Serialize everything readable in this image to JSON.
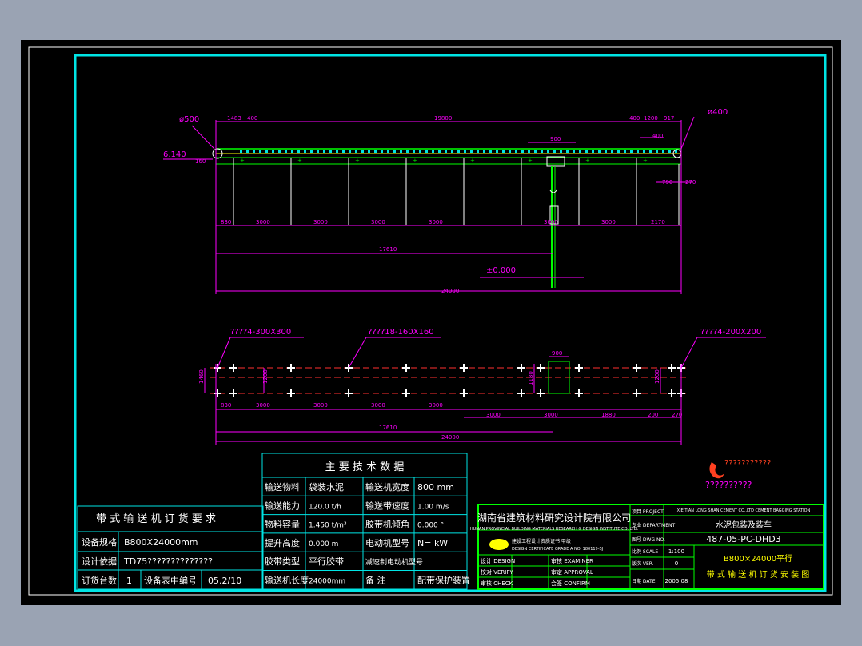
{
  "colors": {
    "frame": "#00e5e5",
    "magenta": "#ff00ff",
    "yellow": "#ffff00",
    "green": "#00ff00",
    "red": "#ff3030",
    "white": "#ffffff",
    "bg": "#000000"
  },
  "elevation": {
    "dia_left": "ø500",
    "dia_right": "ø400",
    "level_top": "6.140",
    "level_ground": "±0.000",
    "top_dims": [
      "1483",
      "400",
      "19800",
      "400",
      "1200",
      "917"
    ],
    "small_dims": [
      "900",
      "400",
      "160",
      "790",
      "270"
    ],
    "bottom_dims": [
      "830",
      "3000",
      "3000",
      "3000",
      "3000",
      "3000",
      "3000",
      "2170"
    ],
    "overall_1": "17610",
    "overall_2": "24000"
  },
  "plan": {
    "tag_left": "????4-300X300",
    "tag_mid": "????18-160X160",
    "tag_right": "????4-200X200",
    "side_dims": [
      "1460",
      "1200",
      "1180",
      "1200"
    ],
    "top_dim": "900",
    "bottom_dims": [
      "830",
      "3000",
      "3000",
      "3000",
      "3000",
      "3000",
      "3000",
      "1880",
      "200",
      "270"
    ],
    "overall_1": "17610",
    "overall_2": "24000"
  },
  "tech": {
    "title": "主 要 技 术 数 据",
    "rows": [
      [
        "输送物料",
        "袋装水泥",
        "输送机宽度",
        "800 mm"
      ],
      [
        "输送能力",
        "120.0 t/h",
        "输送带速度",
        "1.00 m/s"
      ],
      [
        "物料容量",
        "1.450 t/m³",
        "胶带机倾角",
        "0.000 °"
      ],
      [
        "提升高度",
        "0.000 m",
        "电动机型号",
        "N= kW"
      ],
      [
        "胶带类型",
        "平行胶带",
        "减速制电动机型号",
        ""
      ],
      [
        "输送机长度",
        "24000mm",
        "备   注",
        "配带保护装置"
      ]
    ]
  },
  "order": {
    "title": "带 式 输 送 机 订 货 要 求",
    "rows": [
      [
        "设备规格",
        "B800X24000mm"
      ],
      [
        "设计依据",
        "TD75??????????????"
      ]
    ],
    "last": [
      "订货台数",
      "1",
      "设备表中编号",
      "05.2/10"
    ]
  },
  "title_block": {
    "company": "湖南省建筑材料研究设计院有限公司",
    "company_en": "HUNAN PROVINCIAL BUILDING MATERIALS RESEARCH & DESIGN INSTITUTE CO.,LTD.",
    "cert_1": "建设工程设计资质证书 甲级",
    "cert_2": "DESIGN CERTIFICATE GRADE A NO. 180119-SJ",
    "left_labels": [
      "设计 DESIGN",
      "校对 VERIFY",
      "审核 CHECK"
    ],
    "mid_labels": [
      "审核 EXAMINER",
      "审定 APPROVAL",
      "会签 CONFIRM"
    ],
    "right_labels": [
      "项目 PROJECT",
      "专业 DEPARTMENT",
      "图号 DWG NO.",
      "比例 SCALE",
      "版次 VER.",
      "日期 DATE"
    ],
    "project_en": "XIE TIAN LONG SHAN CEMENT CO.,LTD  CEMENT BAGGING STATION",
    "department": "水泥包装及装车",
    "dwg_no": "487-05-PC-DHD3",
    "scale": "1:100",
    "ver": "0",
    "date": "2005.08",
    "drawing_title_1": "B800×24000平行",
    "drawing_title_2": "带 式 输 送 机 订 货 安 装 图"
  },
  "logo": {
    "caption": "???????????",
    "sub": "??????????"
  }
}
